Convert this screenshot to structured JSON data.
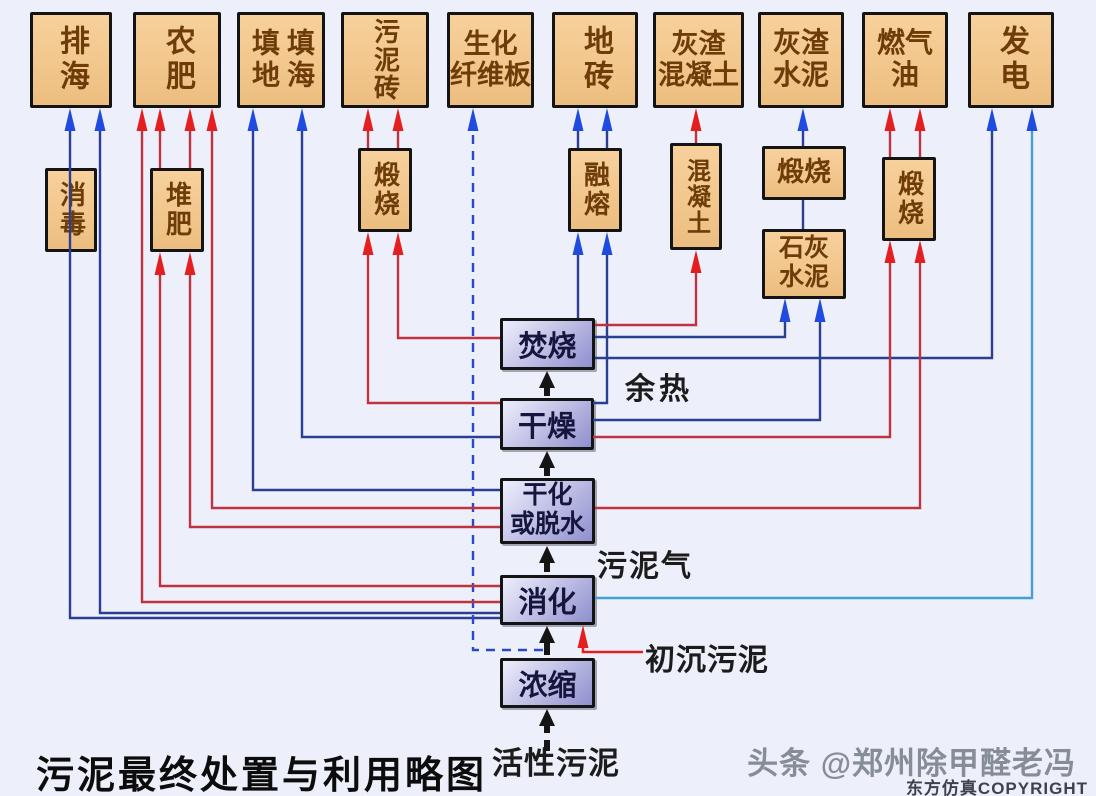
{
  "diagram": {
    "title": "污泥最终处置与利用略图",
    "watermark": "头条 @郑州除甲醛老冯",
    "copyright": "东方仿真COPYRIGHT",
    "annotations": {
      "waste_heat": "余热",
      "sludge_gas": "污泥气",
      "primary_sludge": "初沉污泥",
      "activated_sludge": "活性污泥"
    },
    "boxes": {
      "sea_discharge": "排海",
      "agri_fertilizer": "农肥",
      "landfill_reclamation": "填地\n填海",
      "sludge_brick": "污泥砖",
      "bio_fiberboard": "生化\n纤维板",
      "floor_tile": "地砖",
      "ash_concrete": "灰渣\n混凝土",
      "ash_cement": "灰渣\n水泥",
      "gas_oil": "燃气\n油",
      "power_generation": "发电",
      "disinfection": "消毒",
      "composting": "堆肥",
      "calcination_brick": "煅烧",
      "melting": "融熔",
      "concrete": "混凝土",
      "calcination_cement": "煅烧",
      "lime_cement": "石灰\n水泥",
      "calcination_gas": "煅烧",
      "incineration": "焚烧",
      "drying": "干燥",
      "dewatering": "干化\n或脱水",
      "digestion": "消化",
      "thickening": "浓缩"
    },
    "colors": {
      "background": "#edf0fa",
      "tan_box_fill": "#f2c78d",
      "chain_box_fill": "#b6b6e0",
      "box_text": "#6e3c08",
      "blue_line": "#2a3f92",
      "blue_arrow": "#1f4be0",
      "teal_line": "#44a0d4",
      "red_line": "#bf3340",
      "red_arrow": "#e41f1f",
      "black_arrow": "#151515"
    }
  }
}
